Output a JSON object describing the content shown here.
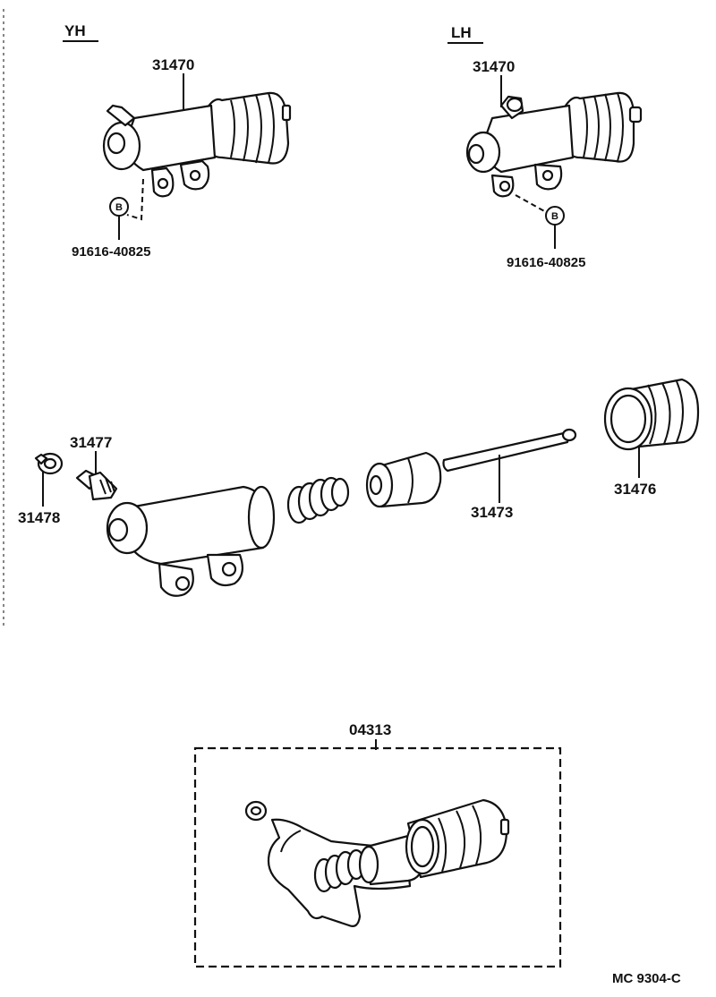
{
  "headers": {
    "left_variant": "YH",
    "right_variant": "LH"
  },
  "assemblies": {
    "yh": {
      "part_no": "31470",
      "bolt_marker": "B",
      "bolt_part_no": "91616-40825"
    },
    "lh": {
      "part_no": "31470",
      "bolt_marker": "B",
      "bolt_part_no": "91616-40825"
    }
  },
  "exploded": {
    "cap": "31478",
    "bleeder": "31477",
    "rod": "31473",
    "boot": "31476"
  },
  "kit": {
    "part_no": "04313"
  },
  "footer": {
    "code": "MC  9304-C"
  }
}
